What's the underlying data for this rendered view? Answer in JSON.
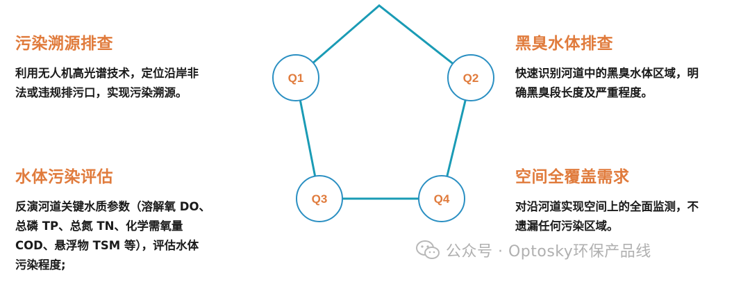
{
  "colors": {
    "accent": "#e07b3c",
    "line": "#1a9bb5",
    "circle_stroke": "#2a8fc2",
    "text": "#1a1a1a"
  },
  "nodes": [
    "Q1",
    "Q2",
    "Q3",
    "Q4"
  ],
  "sections": {
    "q1": {
      "title": "污染溯源排查",
      "lines": [
        "利用无人机高光谱技术，定位沿岸非",
        "法或违规排污口，实现污染溯源。"
      ]
    },
    "q2": {
      "title": "黑臭水体排查",
      "lines": [
        "快速识别河道中的黑臭水体区域，明",
        "确黑臭段长度及严重程度。"
      ]
    },
    "q3": {
      "title": "水体污染评估",
      "lines": [
        "反演河道关键水质参数（溶解氧 DO、",
        "总磷 TP、总氮 TN、化学需氧量",
        "COD、悬浮物 TSM 等），评估水体",
        "污染程度;"
      ]
    },
    "q4": {
      "title": "空间全覆盖需求",
      "lines": [
        "对沿河道实现空间上的全面监测，不",
        "遗漏任何污染区域。"
      ]
    }
  },
  "watermark": {
    "icon": "wechat-icon",
    "text": "公众号 · Optosky环保产品线"
  }
}
